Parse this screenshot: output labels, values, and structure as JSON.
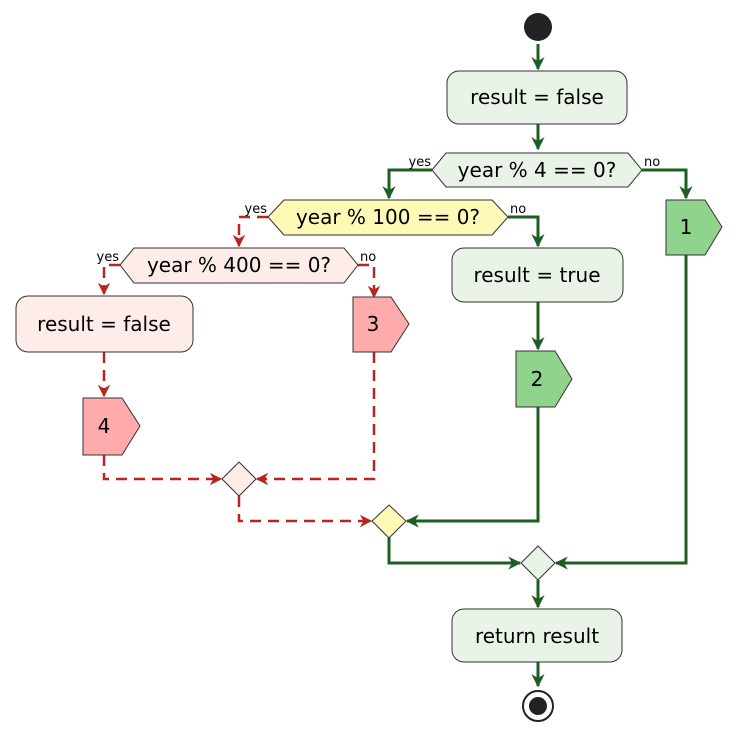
{
  "nodes": {
    "init": "result = false",
    "cond_4": "year % 4 == 0?",
    "cond_100": "year % 100 == 0?",
    "cond_400": "year % 400 == 0?",
    "set_true": "result = true",
    "set_false": "result = false",
    "ret": "return result",
    "marker_1": "1",
    "marker_2": "2",
    "marker_3": "3",
    "marker_4": "4"
  },
  "branch_labels": {
    "cond_4_yes": "yes",
    "cond_4_no": "no",
    "cond_100_yes": "yes",
    "cond_100_no": "no",
    "cond_400_yes": "yes",
    "cond_400_no": "no"
  },
  "colors": {
    "green_path": "#1e5e22",
    "red_path": "#b52523",
    "action_green_fill": "#e9f3e7",
    "action_red_fill": "#fdecea",
    "decision_yellow_fill": "#fff9b8",
    "marker_green_fill": "#8fd38d",
    "marker_red_fill": "#ffabab"
  }
}
